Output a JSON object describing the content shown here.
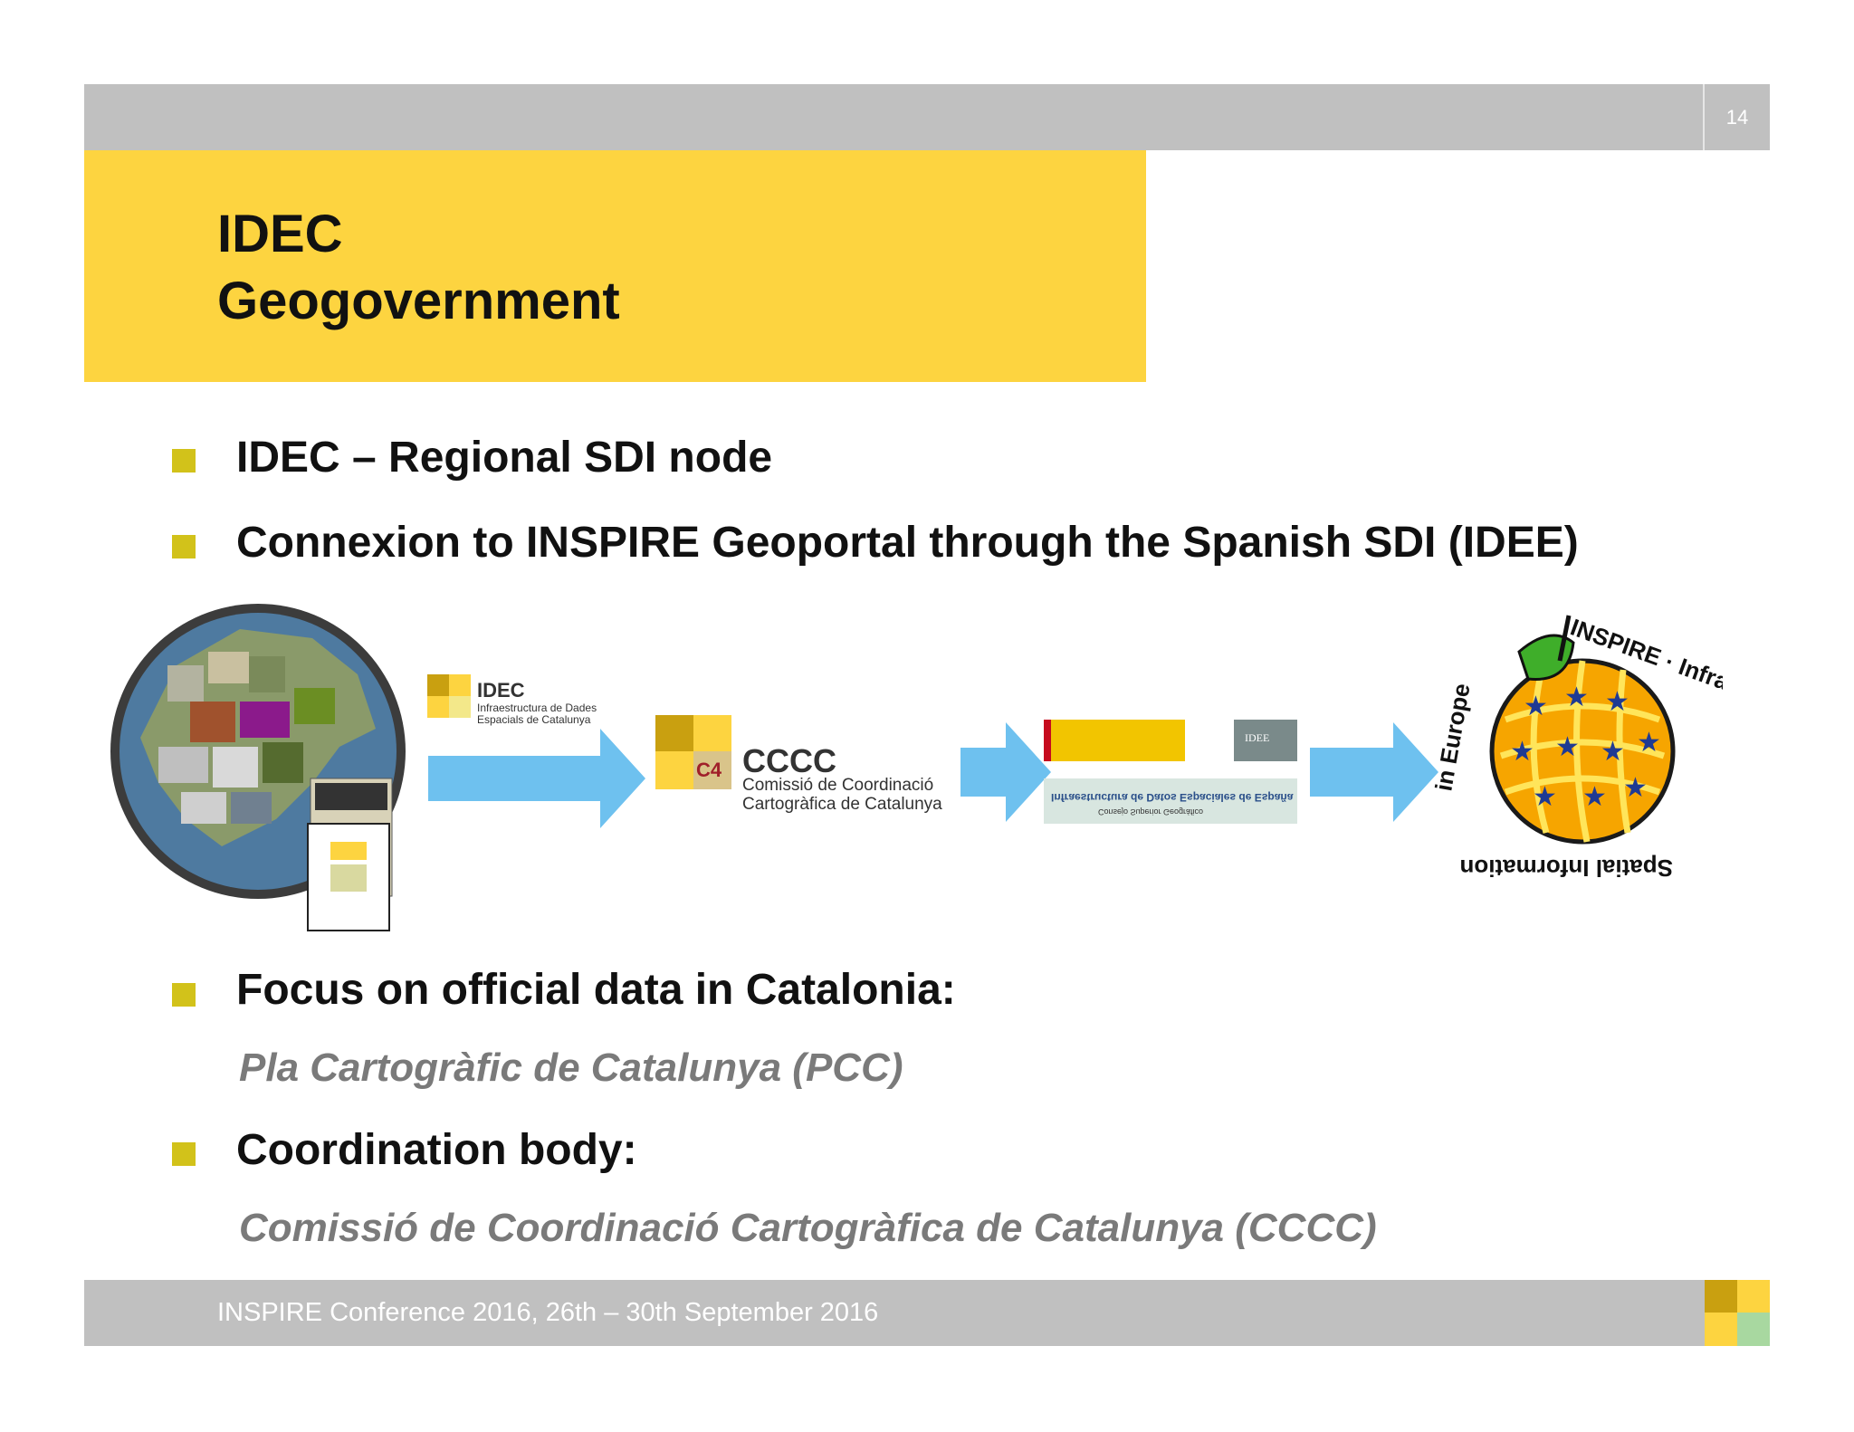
{
  "slide": {
    "number": "14",
    "title_line1": "IDEC",
    "title_line2": "Geogovernment"
  },
  "bullets": [
    {
      "text": "IDEC – Regional SDI node"
    },
    {
      "text": "Connexion to INSPIRE Geoportal through the Spanish SDI (IDEE)"
    },
    {
      "text": "Focus on official data in Catalonia:",
      "sub": "Pla Cartogràfic de Catalunya (PCC)"
    },
    {
      "text": "Coordination body:",
      "sub": "Comissió de Coordinació Cartogràfica de Catalunya (CCCC)"
    }
  ],
  "diagram": {
    "idec_logo": {
      "name": "IDEC",
      "line1": "Infraestructura de Dades",
      "line2": "Espacials de Catalunya"
    },
    "cccc_logo": {
      "badge": "C4",
      "name": "CCCC",
      "line1": "Comissió de Coordinació",
      "line2": "Cartogràfica de Catalunya"
    },
    "idee_logo": {
      "badge": "IDEE",
      "banner": "Infraestructura de Datos Espaciales de España",
      "subbanner": "Consejo Superior Geográfico"
    },
    "inspire_logo": {
      "top": "INSPIRE · Infrastructure for",
      "left": "in Europe",
      "bottom": "Spatial Information"
    }
  },
  "footer": {
    "text": "INSPIRE Conference 2016, 26th – 30th September 2016"
  },
  "colors": {
    "yellow": "#fdd440",
    "gray_bar": "#c0c0c0",
    "bullet": "#d2c21a",
    "arrow": "#6ec1ef",
    "sub_text": "#7a7a7a"
  }
}
